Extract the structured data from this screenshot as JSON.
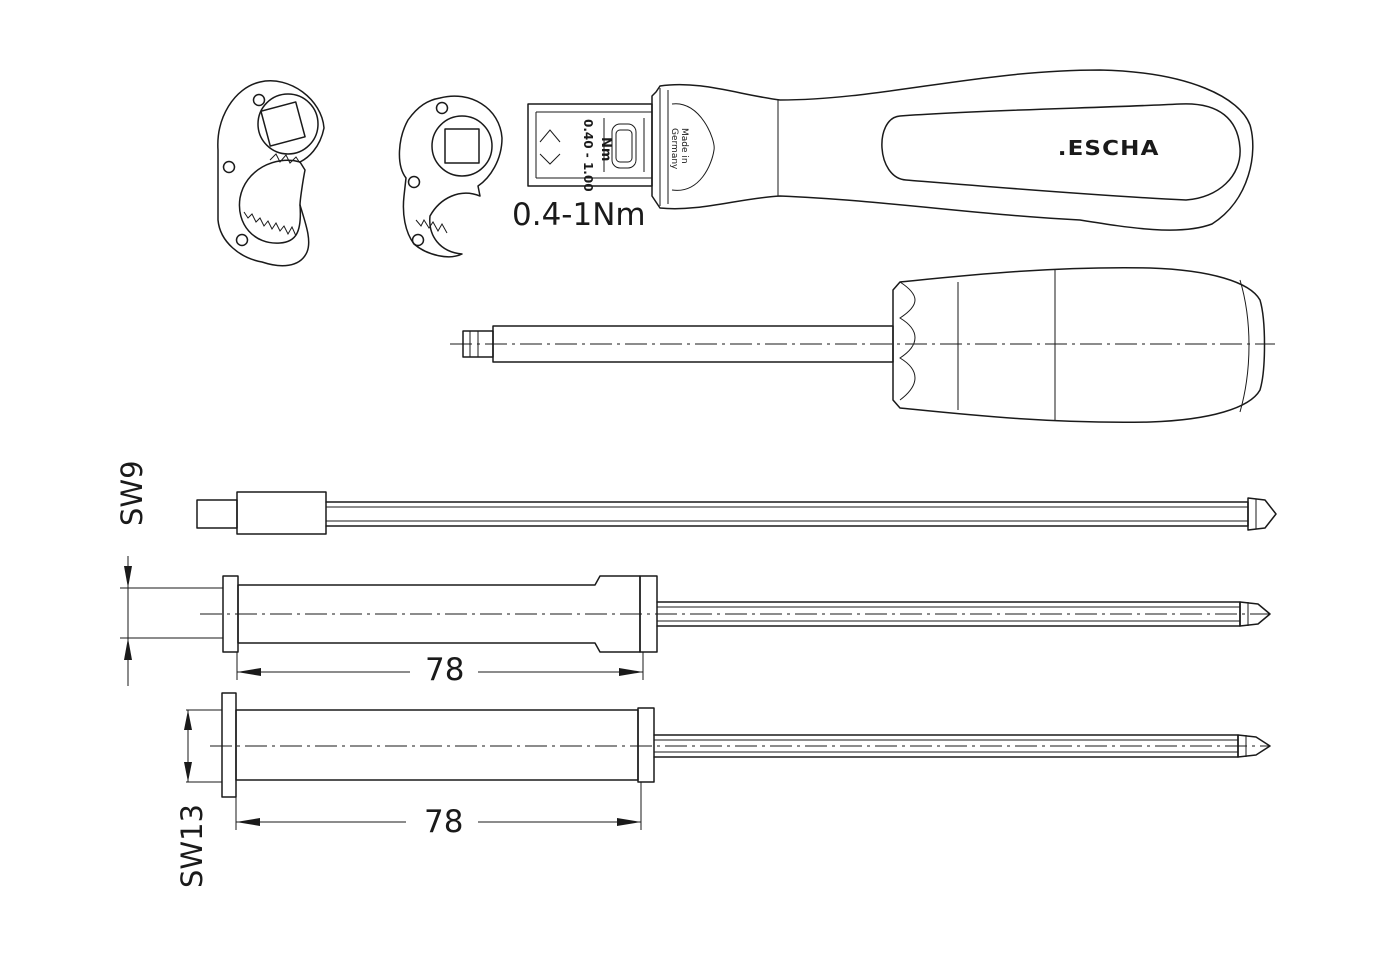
{
  "brand": {
    "logo_text": ".ESCHA"
  },
  "torque_label": "0.4-1Nm",
  "shaft_print": {
    "unit": "Nm",
    "range": "0.40 - 1.00"
  },
  "handle_print": {
    "line1": "Made in",
    "line2": "Germany"
  },
  "dimensions": {
    "sw_upper": "SW9",
    "sw_lower": "SW13",
    "length_a": "78",
    "length_b": "78"
  }
}
